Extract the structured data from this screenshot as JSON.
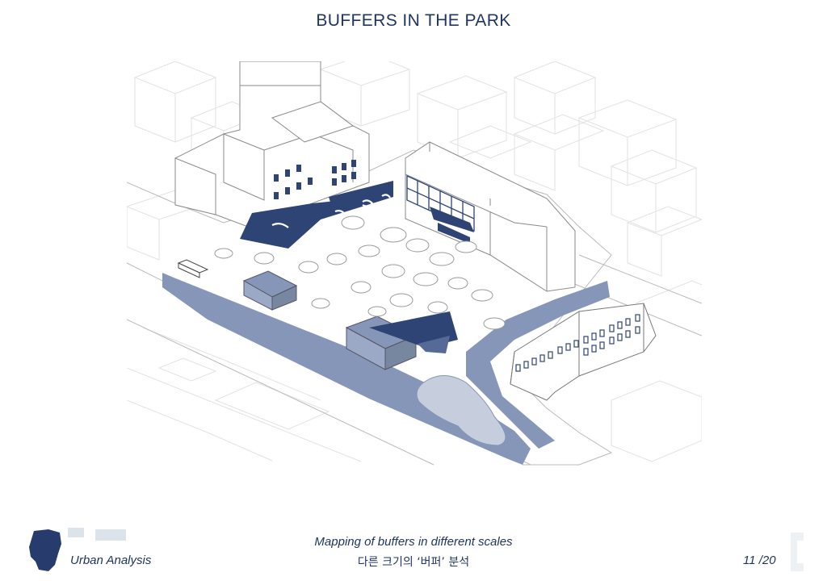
{
  "page": {
    "title": "BUFFERS IN THE PARK",
    "subtitle_en": "Mapping of buffers in different scales",
    "subtitle_ko": "다른 크기의 ‘버퍼’ 분석",
    "section": "Urban Analysis",
    "page_number": "11 /20"
  },
  "colors": {
    "title_text": "#1f3562",
    "buffer_dark": "#2d4474",
    "buffer_light": "#8596b8",
    "buffer_pale": "#c6cedd",
    "line_gray": "#b9b9b9",
    "line_dark": "#555555",
    "logo_dark": "#273c6c",
    "logo_pale": "#dde3ea"
  },
  "icons": {
    "logo": "map-logo-icon",
    "side_mark": "bracket-mark-icon"
  }
}
